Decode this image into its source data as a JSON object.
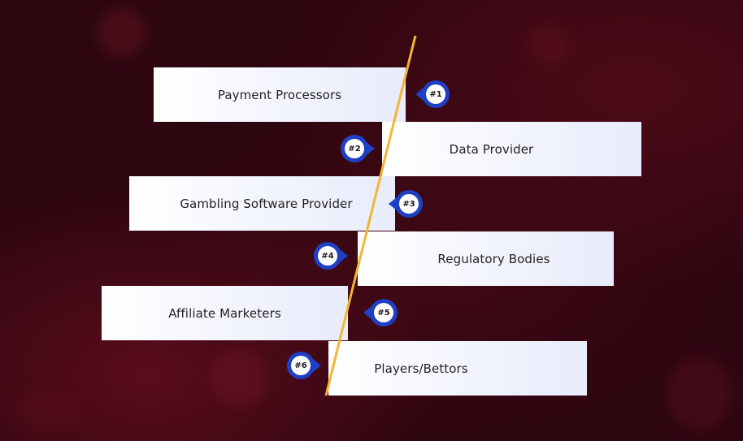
{
  "items": [
    {
      "label": "Payment Processors",
      "badge": "#1"
    },
    {
      "label": "Data Provider",
      "badge": "#2"
    },
    {
      "label": "Gambling Software Provider",
      "badge": "#3"
    },
    {
      "label": "Regulatory Bodies",
      "badge": "#4"
    },
    {
      "label": "Affiliate Marketers",
      "badge": "#5"
    },
    {
      "label": "Players/Bettors",
      "badge": "#6"
    }
  ],
  "colors": {
    "background": "#2e0610",
    "badge": "#1f3fc4",
    "divider_line": "#f2b534",
    "card_start": "#ffffff",
    "card_end": "#e8ecfb"
  }
}
